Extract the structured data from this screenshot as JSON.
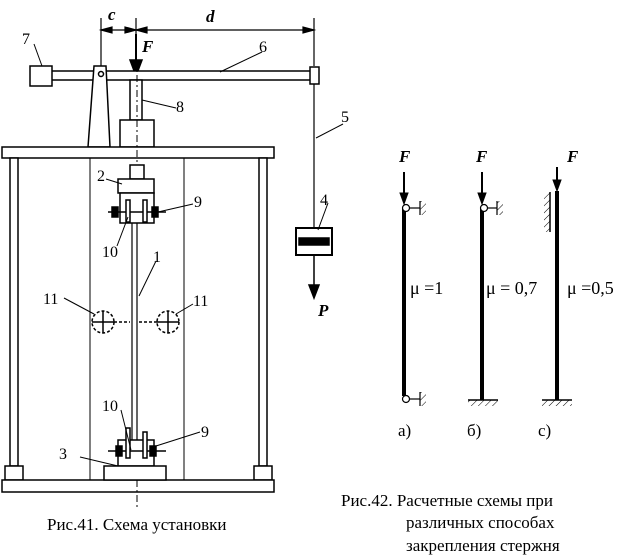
{
  "fig41": {
    "labels": {
      "c": "c",
      "d": "d",
      "F": "F",
      "P": "P",
      "n1": "1",
      "n2": "2",
      "n3": "3",
      "n4": "4",
      "n5": "5",
      "n6": "6",
      "n7": "7",
      "n8": "8",
      "n9a": "9",
      "n9b": "9",
      "n10a": "10",
      "n10b": "10",
      "n11a": "11",
      "n11b": "11"
    },
    "caption": "Рис.41. Схема установки"
  },
  "fig42": {
    "schemes": [
      {
        "force": "F",
        "mu": "μ =1",
        "tag": "а)"
      },
      {
        "force": "F",
        "mu": "μ = 0,7",
        "tag": "б)"
      },
      {
        "force": "F",
        "mu": "μ =0,5",
        "tag": "с)"
      }
    ],
    "caption_lines": [
      "Рис.42. Расчетные схемы при",
      "различных способах",
      "закрепления стержня"
    ]
  }
}
